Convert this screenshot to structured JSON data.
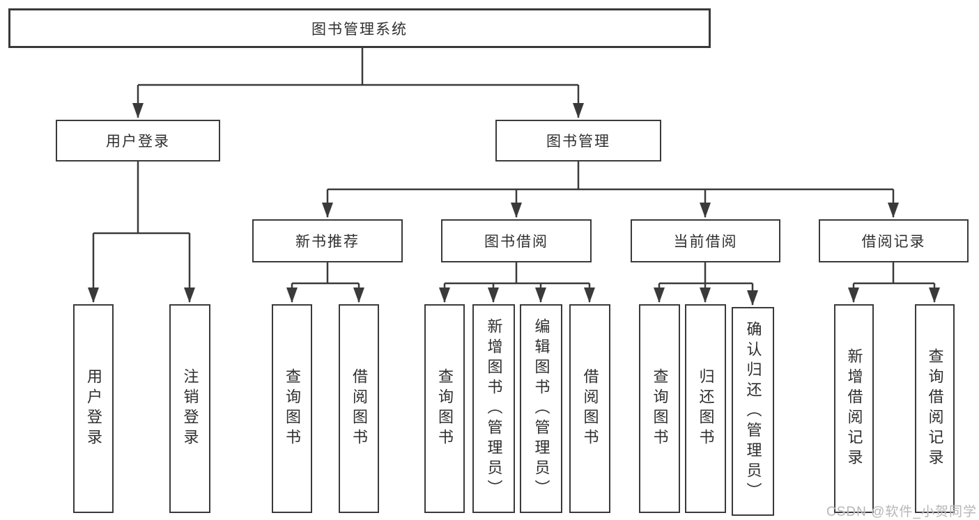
{
  "diagram_title": "图书管理系统",
  "tree": {
    "root": {
      "label": "图书管理系统",
      "children": [
        {
          "label": "用户登录",
          "children": [
            {
              "label": "用户登录"
            },
            {
              "label": "注销登录"
            }
          ]
        },
        {
          "label": "图书管理",
          "children": [
            {
              "label": "新书推荐",
              "children": [
                {
                  "label": "查询图书"
                },
                {
                  "label": "借阅图书"
                }
              ]
            },
            {
              "label": "图书借阅",
              "children": [
                {
                  "label": "查询图书"
                },
                {
                  "label": "新增图书（管理员）"
                },
                {
                  "label": "编辑图书（管理员）"
                },
                {
                  "label": "借阅图书"
                }
              ]
            },
            {
              "label": "当前借阅",
              "children": [
                {
                  "label": "查询图书"
                },
                {
                  "label": "归还图书"
                },
                {
                  "label": "确认归还（管理员）"
                }
              ]
            },
            {
              "label": "借阅记录",
              "children": [
                {
                  "label": "新增借阅记录"
                },
                {
                  "label": "查询借阅记录"
                }
              ]
            }
          ]
        }
      ]
    }
  },
  "watermark": {
    "text": "CSDN @软件_小贺同学"
  },
  "colors": {
    "line": "#3a3a3a",
    "box_border": "#3a3a3a",
    "text": "#2f2f2f",
    "background": "#ffffff",
    "watermark": "#b2b2b2"
  }
}
